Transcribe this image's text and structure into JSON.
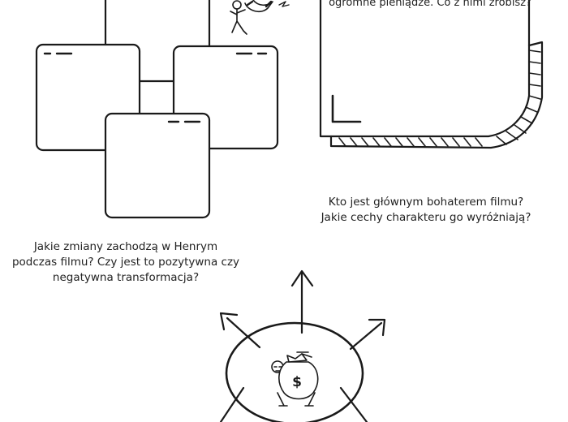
{
  "worksheet": {
    "note_top_text": "ogromne pieniądze. Co z nimi zrobisz?",
    "question_hero": {
      "line1": "Kto jest głównym bohaterem filmu?",
      "line2": "Jakie cechy charakteru go wyróżniają?"
    },
    "question_change": {
      "line1": "Jakie zmiany zachodzą w Henrym",
      "line2": "podczas filmu? Czy jest to pozytywna czy",
      "line3": "negatywna transformacja?"
    },
    "money_bag_symbol": "$"
  },
  "colors": {
    "ink": "#1a1a1a",
    "paper": "#ffffff"
  },
  "icons": [
    "sticky-note-icon",
    "person-with-magnet-icon",
    "money-bag-man-icon",
    "arrow-icon"
  ]
}
